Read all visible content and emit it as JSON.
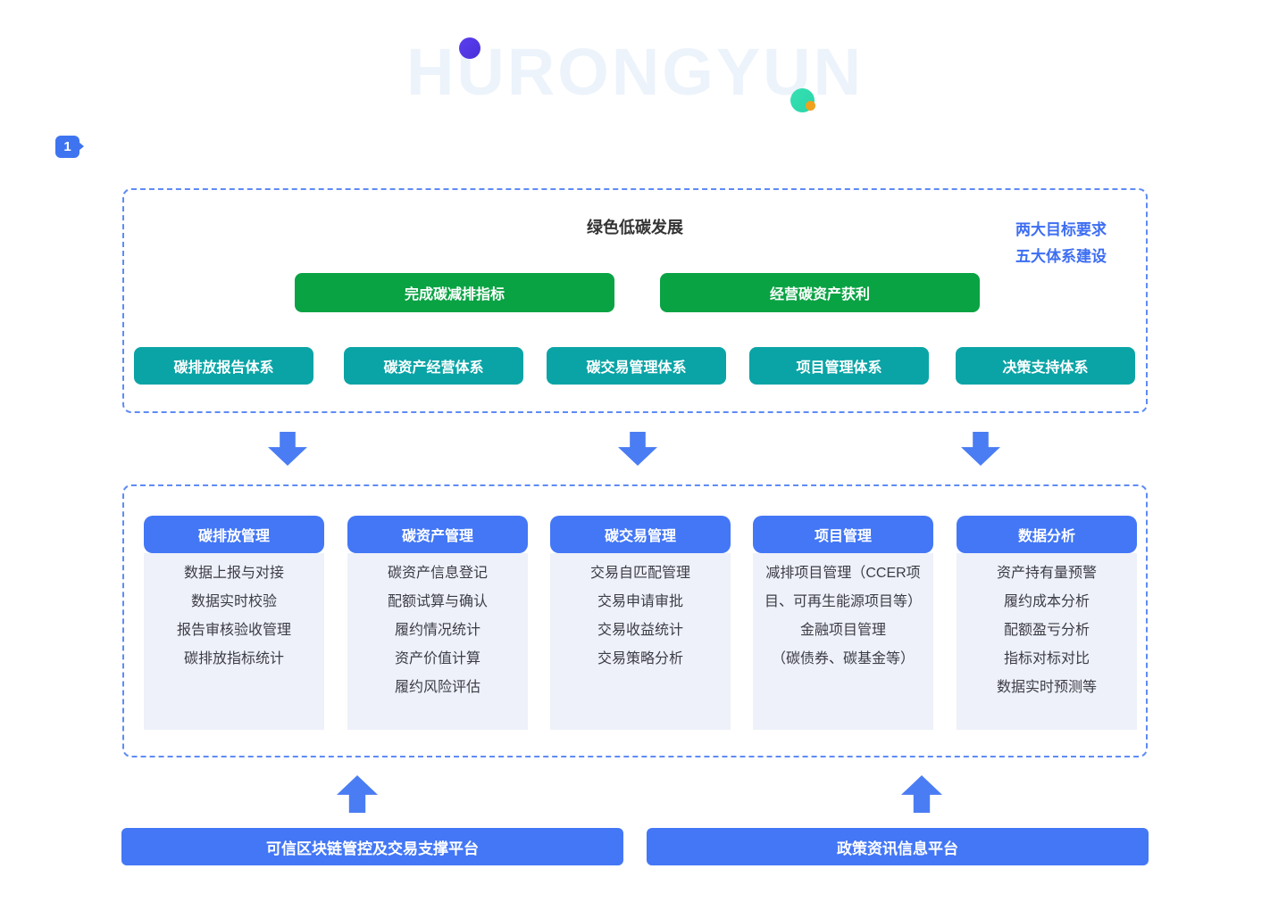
{
  "watermark": {
    "text": "HURONGYUN"
  },
  "badge": {
    "label": "1"
  },
  "top_panel": {
    "title": "绿色低碳发展",
    "notes": [
      "两大目标要求",
      "五大体系建设"
    ],
    "goals": [
      "完成碳减排指标",
      "经营碳资产获利"
    ],
    "systems": [
      "碳排放报告体系",
      "碳资产经营体系",
      "碳交易管理体系",
      "项目管理体系",
      "决策支持体系"
    ]
  },
  "modules": [
    {
      "title": "碳排放管理",
      "items": [
        "数据上报与对接",
        "数据实时校验",
        "报告审核验收管理",
        "碳排放指标统计"
      ]
    },
    {
      "title": "碳资产管理",
      "items": [
        "碳资产信息登记",
        "配额试算与确认",
        "履约情况统计",
        "资产价值计算",
        "履约风险评估"
      ]
    },
    {
      "title": "碳交易管理",
      "items": [
        "交易自匹配管理",
        "交易申请审批",
        "交易收益统计",
        "交易策略分析"
      ]
    },
    {
      "title": "项目管理",
      "items": [
        "减排项目管理（CCER项目、可再生能源项目等）",
        "金融项目管理",
        "（碳债券、碳基金等）"
      ]
    },
    {
      "title": "数据分析",
      "items": [
        "资产持有量预警",
        "履约成本分析",
        "配额盈亏分析",
        "指标对标对比",
        "数据实时预测等"
      ]
    }
  ],
  "platforms": [
    "可信区块链管控及交易支撑平台",
    "政策资讯信息平台"
  ],
  "colors": {
    "green": "#0AA344",
    "teal": "#0AA4A6",
    "blue": "#4377F6",
    "arrow-blue": "#4A7DF3",
    "badge-blue": "#3E74F0",
    "dash-border": "#5E8BF5",
    "note-blue": "#3D6EF2",
    "card-body-bg": "#EEF1F9",
    "title-dark": "#333333",
    "item-text": "#3C3C46",
    "watermark-blue": "#ECF3FB",
    "dot-purple": "#4A31D8",
    "dot-teal": "#2BD5A9",
    "dot-orange": "#F0A21E"
  }
}
